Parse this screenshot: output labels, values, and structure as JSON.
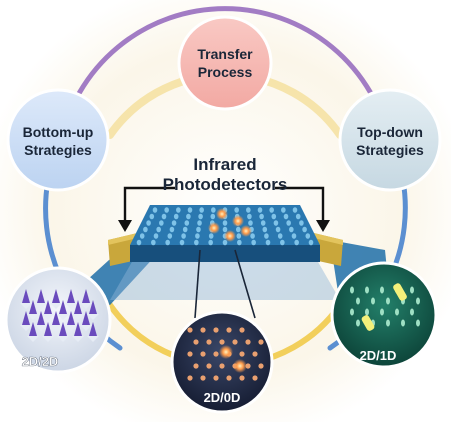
{
  "labels": {
    "transfer": [
      "Transfer",
      "Process"
    ],
    "bottom_up": [
      "Bottom-up",
      "Strategies"
    ],
    "top_down": [
      "Top-down",
      "Strategies"
    ],
    "center": [
      "Infrared",
      "Photodetectors"
    ],
    "d2d2": "2D/2D",
    "d2d0": "2D/0D",
    "d2d1": "2D/1D"
  },
  "colors": {
    "ring_purple": "#a27cc4",
    "ring_blue": "#5b8fd1",
    "ring_yellow": "#f2cf5b",
    "transfer_fill": "#f5b8b3",
    "bottom_fill": "#cfe0f7",
    "top_fill": "#d7e5ec",
    "device_blue": "#1d5d8e",
    "electrode_gold": "#c9a73b",
    "glow_orange": "#ff9b4a",
    "inset_2d2d_spike": "#6a4bbd",
    "inset_2d0d_bg": "#1e2744",
    "inset_2d1d_bg": "#0f5a4a"
  },
  "icons": {
    "arrow_left": "arrow-down-icon",
    "arrow_right": "arrow-down-icon"
  }
}
